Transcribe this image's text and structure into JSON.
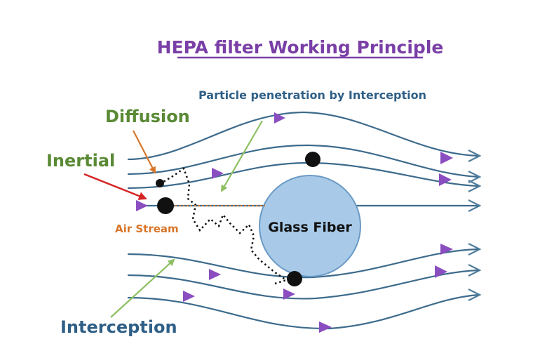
{
  "title": "HEPA filter Working Principle",
  "labels": {
    "penetration": "Particle penetration by Interception",
    "diffusion": "Diffusion",
    "inertial": "Inertial",
    "air_stream": "Air Stream",
    "fiber": "Glass Fiber",
    "interception": "Interception"
  },
  "colors": {
    "title": "#7a3fa6",
    "flow_line": "#3d6b8c",
    "arrow_head": "#8a4ec0",
    "end_arrow": "#4f7d9c",
    "fiber_fill": "#a8cae8",
    "fiber_stroke": "#6a9ac6",
    "green_label": "#5a8a35",
    "green_pointer": "#8dc063",
    "blue_label": "#2f5f86",
    "orange": "#d8762a",
    "red": "#d62424",
    "particle": "#111111"
  }
}
